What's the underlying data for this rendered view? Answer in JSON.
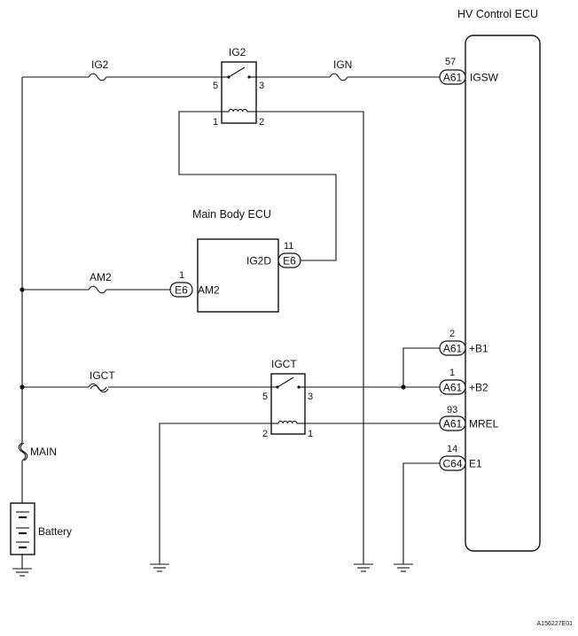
{
  "components": {
    "hv_ecu": "HV Control ECU",
    "main_body_ecu": "Main Body ECU",
    "battery": "Battery"
  },
  "relays": {
    "ig2": {
      "name": "IG2",
      "pin_5": "5",
      "pin_3": "3",
      "pin_1": "1",
      "pin_2": "2"
    },
    "igct": {
      "name": "IGCT",
      "pin_5": "5",
      "pin_3": "3",
      "pin_2": "2",
      "pin_1": "1"
    }
  },
  "fuses": {
    "ig2": "IG2",
    "ign": "IGN",
    "am2": "AM2",
    "igct": "IGCT",
    "main": "MAIN"
  },
  "connectors": {
    "igsw": {
      "pin": "57",
      "connector": "A61",
      "signal": "IGSW"
    },
    "ig2d": {
      "pin": "11",
      "connector": "E6",
      "signal": "IG2D"
    },
    "am2": {
      "pin": "1",
      "connector": "E6",
      "signal": "AM2"
    },
    "b1": {
      "pin": "2",
      "connector": "A61",
      "signal": "+B1"
    },
    "b2": {
      "pin": "1",
      "connector": "A61",
      "signal": "+B2"
    },
    "mrel": {
      "pin": "93",
      "connector": "A61",
      "signal": "MREL"
    },
    "e1": {
      "pin": "14",
      "connector": "C64",
      "signal": "E1"
    }
  },
  "figure_code": "A156227E01"
}
